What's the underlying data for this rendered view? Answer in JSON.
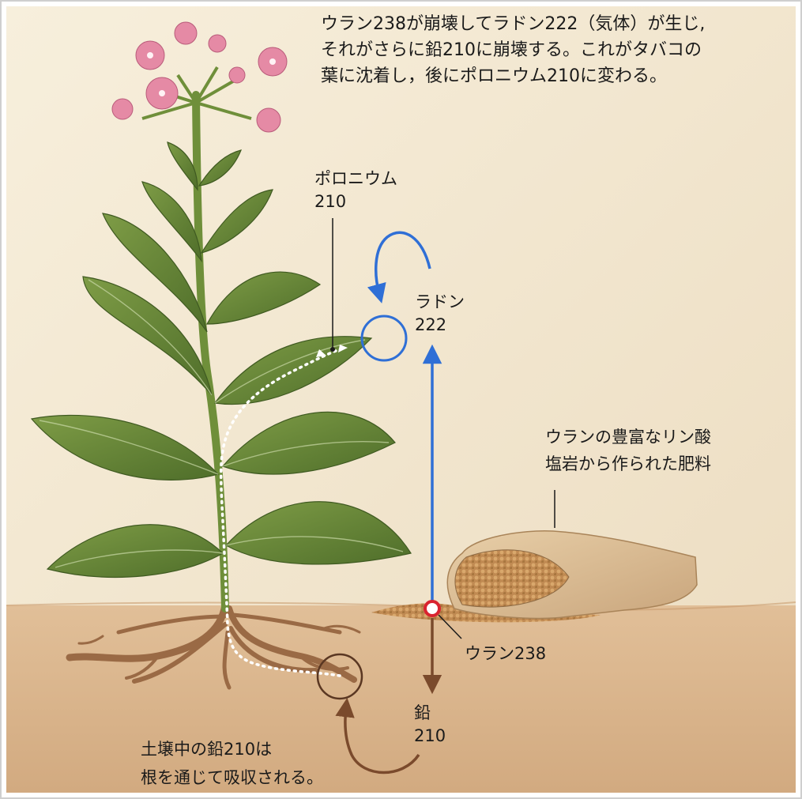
{
  "intro": {
    "line1": "ウラン238が崩壊してラドン222（気体）が生じ,",
    "line2": "それがさらに鉛210に崩壊する。これがタバコの",
    "line3": "葉に沈着し，後にポロニウム210に変わる。"
  },
  "labels": {
    "polonium": {
      "name": "ポロニウム",
      "number": "210"
    },
    "radon": {
      "name": "ラドン",
      "number": "222"
    },
    "lead": {
      "name": "鉛",
      "number": "210"
    },
    "uranium": "ウラン238",
    "fertilizer": {
      "line1": "ウランの豊富なリン酸",
      "line2": "塩岩から作られた肥料"
    },
    "soil": {
      "line1": "土壌中の鉛210は",
      "line2": "根を通じて吸収される。"
    }
  },
  "colors": {
    "background_sky": "#f4ead7",
    "soil": "#d9b68f",
    "leaf": "#6b8a3a",
    "flower": "#e58aa5",
    "arrow_blue": "#2f6fd6",
    "arrow_brown": "#7a4a2c",
    "source_marker": "#d9232f"
  }
}
